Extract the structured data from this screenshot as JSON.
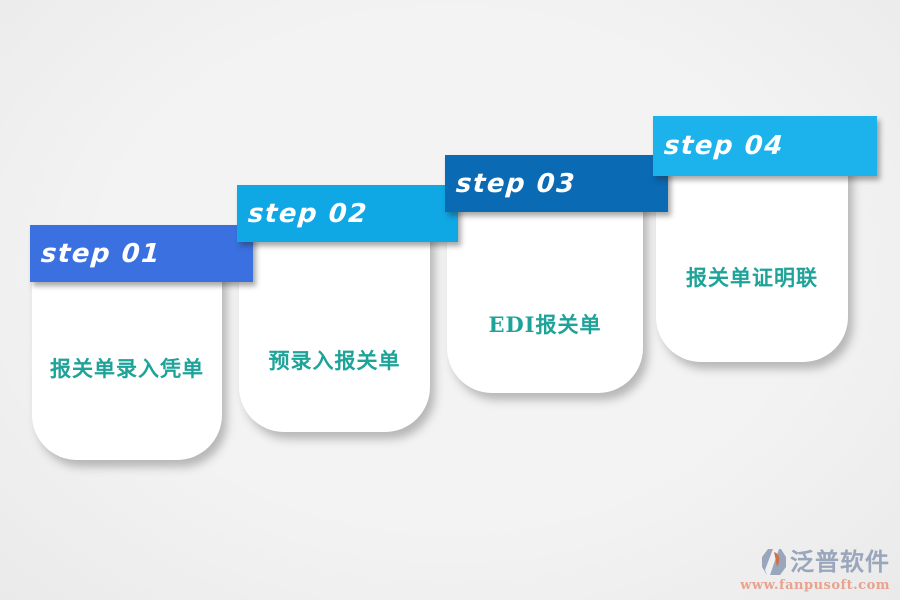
{
  "page": {
    "background_color": "#f0f0f0",
    "card_color": "#ffffff",
    "card_text_color": "#1ea399"
  },
  "steps": [
    {
      "label": "step 01",
      "title": "报关单录入凭单",
      "ribbon_color": "#3b70e1"
    },
    {
      "label": "step 02",
      "title": "预录入报关单",
      "ribbon_color": "#10a7e5"
    },
    {
      "label": "step 03",
      "title": "EDI报关单",
      "ribbon_color": "#0a6ab3"
    },
    {
      "label": "step 04",
      "title": "报关单证明联",
      "ribbon_color": "#1cb2eb"
    }
  ],
  "watermark": {
    "brand": "泛普软件",
    "url": "www.fanpusoft.com",
    "logo_icon": "fanpu-hexagon-logo",
    "brand_color": "#9aa6bc",
    "url_color": "#e8a28e",
    "logo_orange": "#d0714b"
  }
}
